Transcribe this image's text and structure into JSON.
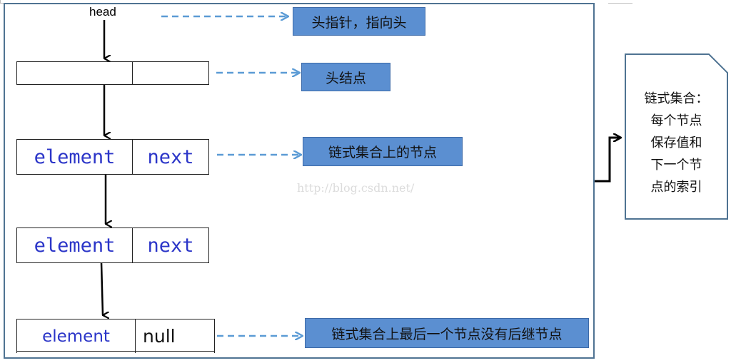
{
  "diagram": {
    "head_label": "head",
    "watermark": "http://blog.csdn.net/",
    "nodes": [
      {
        "left": "",
        "right": ""
      },
      {
        "left": "element",
        "right": "next"
      },
      {
        "left": "element",
        "right": "next"
      },
      {
        "left": "element",
        "right": "null"
      }
    ],
    "callouts": [
      "头指针，指向头",
      "头结点",
      "链式集合上的节点",
      "链式集合上最后一个节点没有后继节点"
    ],
    "note_lines": [
      "链式集合：",
      "每个节点",
      "保存值和",
      "下一个节",
      "点的索引"
    ],
    "colors": {
      "frame": "#4f7392",
      "callout_fill": "#5b8fd1",
      "dashed_arrow": "#5b9bd5",
      "node_text": "#2b35c8"
    }
  }
}
